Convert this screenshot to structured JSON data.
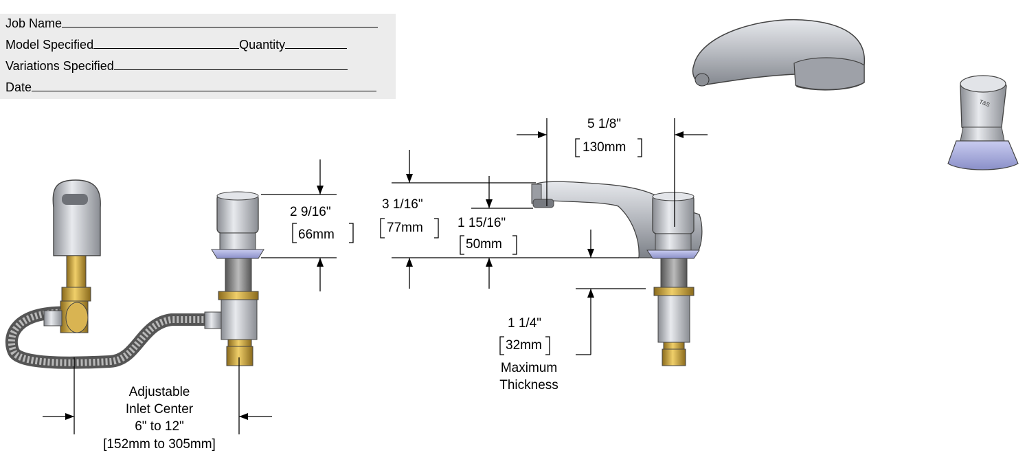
{
  "form": {
    "job_name": "Job Name",
    "model_specified": "Model Specified",
    "quantity": "Quantity",
    "variations_specified": "Variations Specified",
    "date": "Date"
  },
  "dimensions": {
    "side_height": {
      "imperial": "2 9/16\"",
      "metric": "66mm"
    },
    "overall_height": {
      "imperial": "3 1/16\"",
      "metric": "77mm"
    },
    "spout_height": {
      "imperial": "1 15/16\"",
      "metric": "50mm"
    },
    "spout_reach": {
      "imperial": "5 1/8\"",
      "metric": "130mm"
    },
    "deck_thickness": {
      "imperial": "1 1/4\"",
      "metric": "32mm",
      "note_line1": "Maximum",
      "note_line2": "Thickness"
    },
    "inlet_center": {
      "line1": "Adjustable",
      "line2": "Inlet Center",
      "line3": "6\" to 12\"",
      "line4": "[152mm to 305mm]"
    }
  },
  "colors": {
    "chrome": "#b9bcc2",
    "brass": "#c9a23a",
    "form_bg": "#ececec"
  }
}
